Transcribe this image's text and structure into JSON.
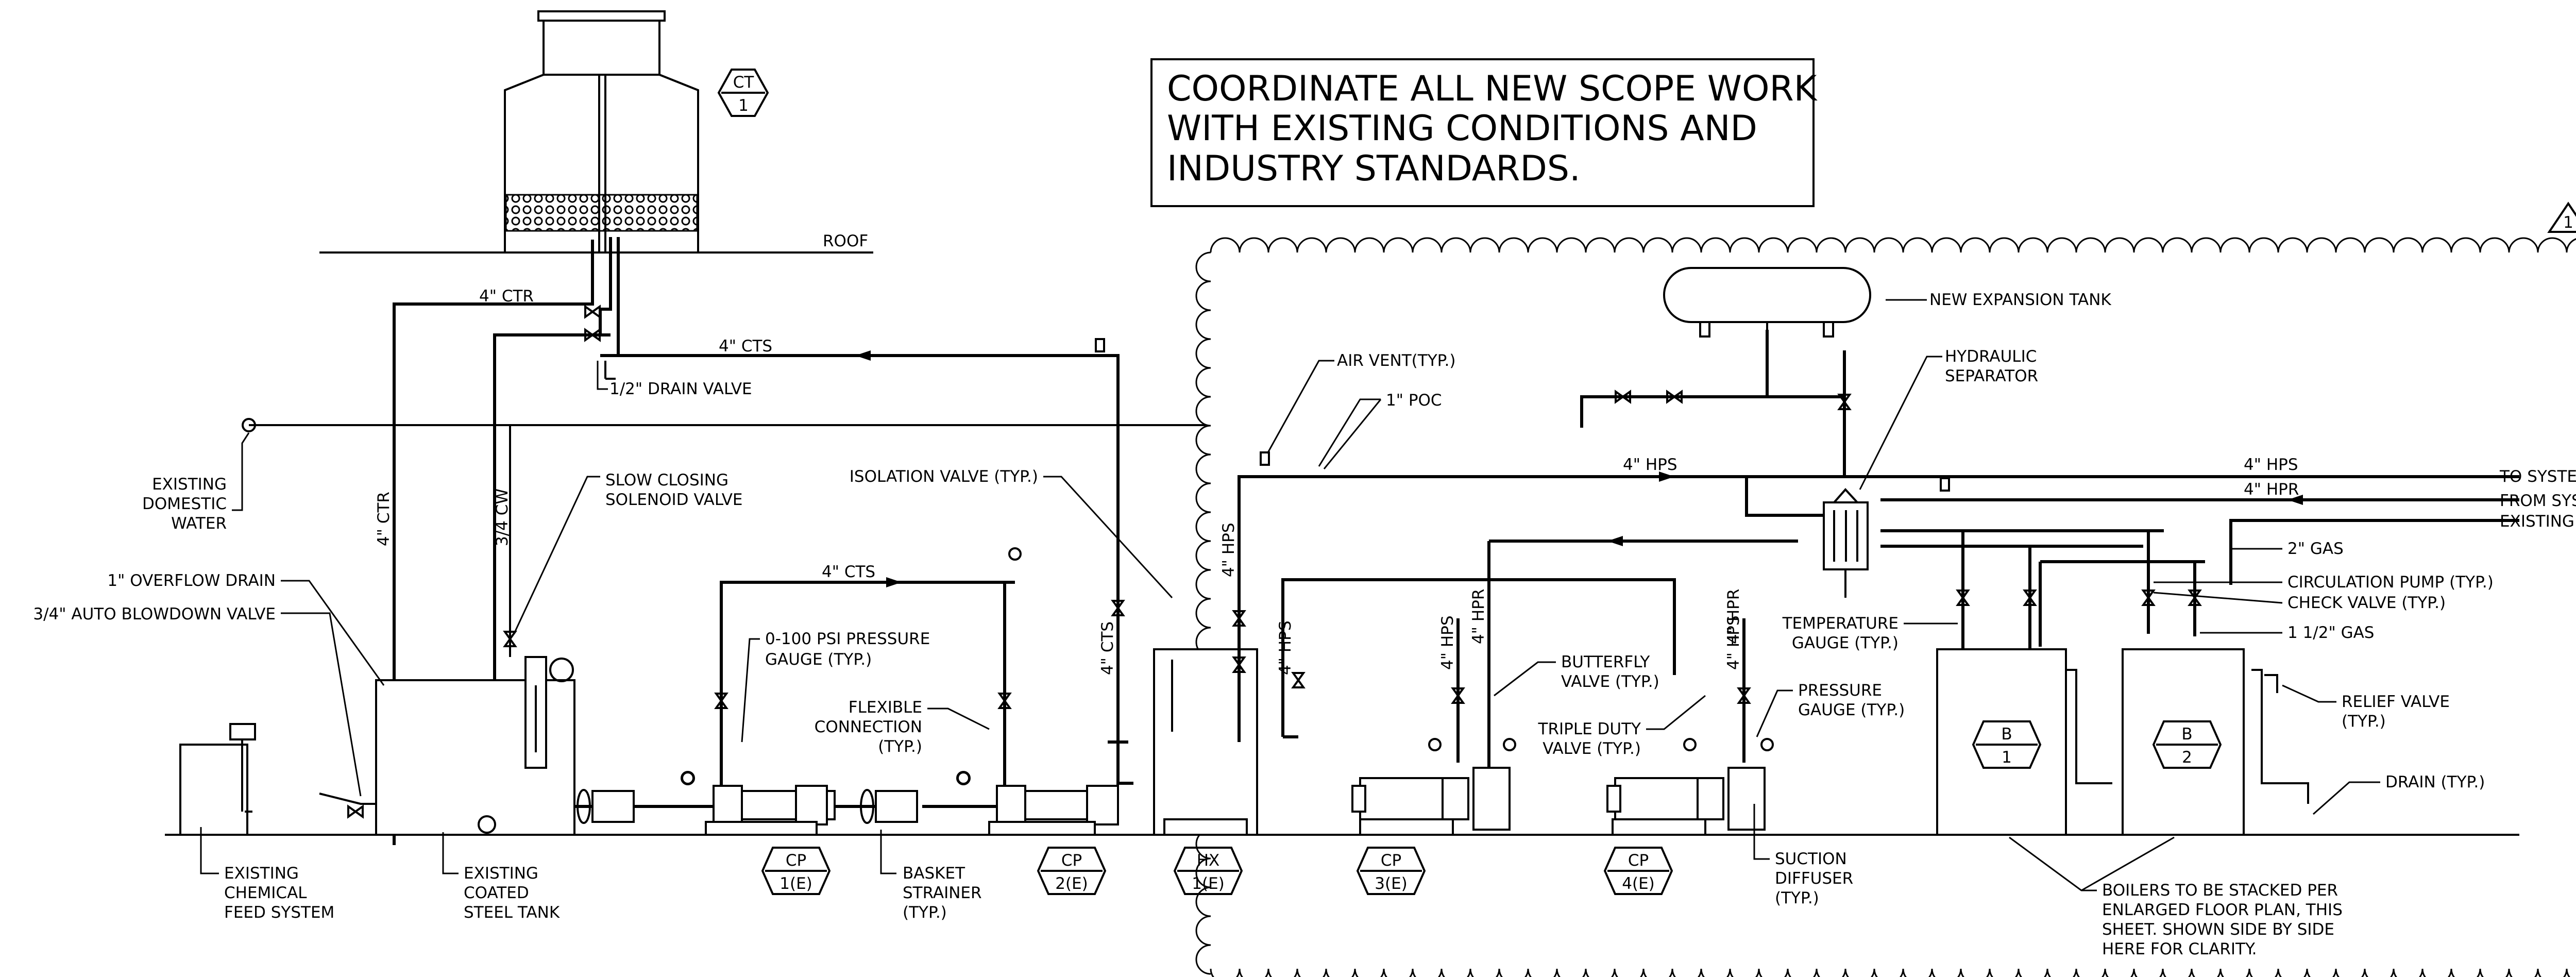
{
  "general_note": [
    "COORDINATE ALL NEW SCOPE WORK",
    "WITH EXISTING CONDITIONS AND",
    "INDUSTRY STANDARDS."
  ],
  "revision_mark": "1",
  "tags": {
    "ct1": {
      "top": "CT",
      "bottom": "1"
    },
    "cp1": {
      "top": "CP",
      "bottom": "1(E)"
    },
    "cp2": {
      "top": "CP",
      "bottom": "2(E)"
    },
    "hx1": {
      "top": "HX",
      "bottom": "1(E)"
    },
    "cp3": {
      "top": "CP",
      "bottom": "3(E)"
    },
    "cp4": {
      "top": "CP",
      "bottom": "4(E)"
    },
    "b1": {
      "top": "B",
      "bottom": "1"
    },
    "b2": {
      "top": "B",
      "bottom": "2"
    }
  },
  "pipes": {
    "ctr_top": "4\" CTR",
    "cts_top": "4\" CTS",
    "ctr_vert": "4\" CTR",
    "cw_vert": "3/4 CW",
    "cts_pumps": "4\" CTS",
    "cts_vert": "4\" CTS",
    "hps_vert_a": "4\" HPS",
    "hps_vert_b": "4\" HPS",
    "hps_main": "4\" HPS",
    "hps_cp3": "4\" HPS",
    "hpr_cp3": "4\" HPR",
    "hps_cp4": "4\" HPS",
    "hpr_cp4": "4\" HPR",
    "hps_right": "4\" HPS",
    "hpr_right": "4\" HPR"
  },
  "labels": {
    "roof": "ROOF",
    "drain_valve": "1/2\" DRAIN VALVE",
    "existing_domestic": [
      "EXISTING",
      "DOMESTIC",
      "WATER"
    ],
    "overflow_drain": "1\" OVERFLOW DRAIN",
    "auto_blowdown": "3/4\" AUTO BLOWDOWN VALVE",
    "slow_closing": [
      "SLOW CLOSING",
      "SOLENOID VALVE"
    ],
    "isolation_valve": "ISOLATION VALVE (TYP.)",
    "pressure_gauge_psi": [
      "0-100 PSI PRESSURE",
      "GAUGE (TYP.)"
    ],
    "flexible_connection": [
      "FLEXIBLE",
      "CONNECTION",
      "(TYP.)"
    ],
    "air_vent": "AIR VENT(TYP.)",
    "poc": "1\" POC",
    "new_expansion_tank": "NEW EXPANSION TANK",
    "hydraulic_separator": [
      "HYDRAULIC",
      "SEPARATOR"
    ],
    "to_system": "TO SYSTEM",
    "from_system": "FROM SYSTEM",
    "existing_poc": "EXISTING POC",
    "gas_2": "2\" GAS",
    "circulation_pump": "CIRCULATION PUMP (TYP.)",
    "check_valve": "CHECK VALVE (TYP.)",
    "gas_112": "1 1/2\" GAS",
    "temperature_gauge": [
      "TEMPERATURE",
      "GAUGE (TYP.)"
    ],
    "butterfly_valve": [
      "BUTTERFLY",
      "VALVE (TYP.)"
    ],
    "triple_duty": [
      "TRIPLE DUTY",
      "VALVE (TYP.)"
    ],
    "pressure_gauge": [
      "PRESSURE",
      "GAUGE (TYP.)"
    ],
    "relief_valve": [
      "RELIEF VALVE",
      "(TYP.)"
    ],
    "drain_typ": "DRAIN (TYP.)",
    "chemical_feed": [
      "EXISTING",
      "CHEMICAL",
      "FEED SYSTEM"
    ],
    "coated_tank": [
      "EXISTING",
      "COATED",
      "STEEL TANK"
    ],
    "basket_strainer": [
      "BASKET",
      "STRAINER",
      "(TYP.)"
    ],
    "suction_diffuser": [
      "SUCTION",
      "DIFFUSER",
      "(TYP.)"
    ],
    "boilers_note": [
      "BOILERS TO BE STACKED PER",
      "ENLARGED FLOOR PLAN, THIS",
      "SHEET. SHOWN SIDE BY SIDE",
      "HERE FOR CLARITY."
    ]
  }
}
